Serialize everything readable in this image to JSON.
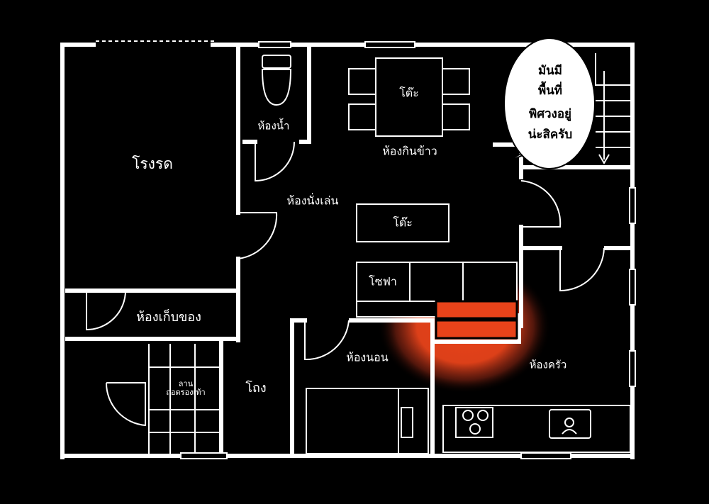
{
  "rooms": {
    "garage": "โรงรด",
    "toilet": "ห้องน้ำ",
    "dining": "ห้องกินข้าว",
    "dining_table": "โต๊ะ",
    "living": "ห้องนั่งเล่น",
    "living_table": "โต๊ะ",
    "sofa": "โซฟา",
    "storage": "ห้องเก็บของ",
    "entrance": "ลาน",
    "entrance_sub": "ถอดรองเท้า",
    "hall": "โถง",
    "bedroom": "ห้องนอน",
    "kitchen": "ห้องครัว"
  },
  "speech_bubble": {
    "lines": [
      "มันมี",
      "พื้นที่",
      "พิศวงอยู่",
      "น่ะสิครับ"
    ]
  },
  "colors": {
    "background": "#000000",
    "walls": "#ffffff",
    "anomaly_glow": "#e8431a",
    "bubble_fill": "#ffffff",
    "bubble_text": "#000000"
  },
  "icons": [
    "toilet-icon",
    "stove-icon",
    "sink-icon",
    "stairs-icon",
    "door-swing-icon"
  ]
}
